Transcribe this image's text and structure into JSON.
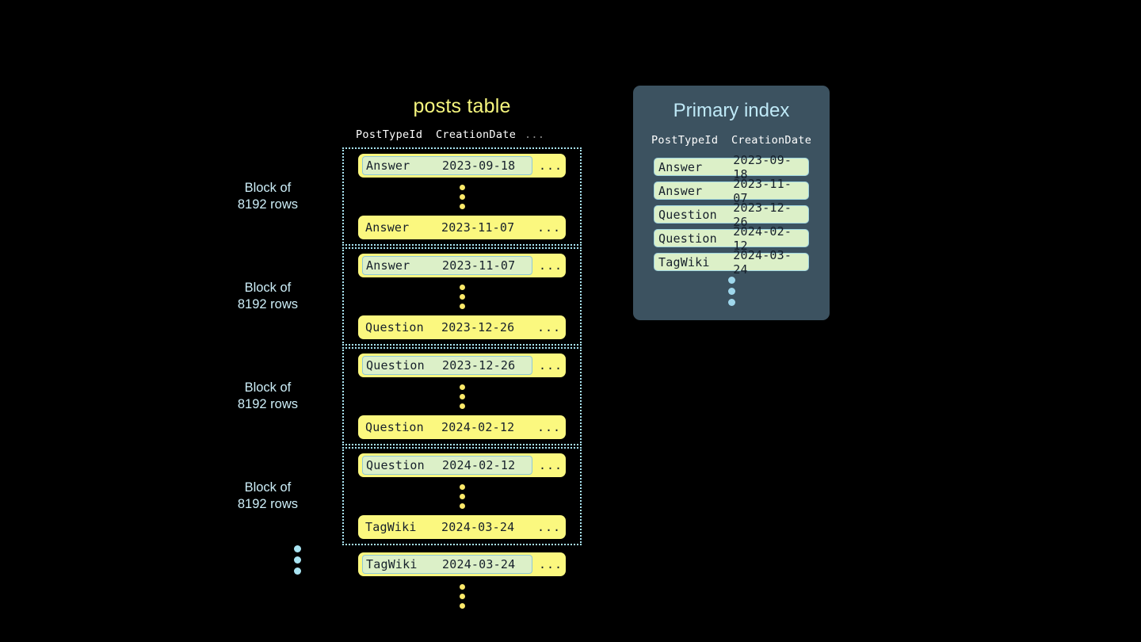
{
  "posts_table": {
    "title": "posts table",
    "columns": {
      "post_type_id": "PostTypeId",
      "creation_date": "CreationDate",
      "rest": "..."
    },
    "block_label": "Block of\n8192 rows",
    "block_label_line1": "Block of",
    "block_label_line2": "8192 rows",
    "row_rest": "...",
    "blocks": [
      {
        "label_line1": "Block of",
        "label_line2": "8192 rows",
        "first_row": {
          "post_type_id": "Answer",
          "creation_date": "2023-09-18",
          "rest": "...",
          "highlighted": true
        },
        "last_row": {
          "post_type_id": "Answer",
          "creation_date": "2023-11-07",
          "rest": "...",
          "highlighted": false
        }
      },
      {
        "label_line1": "Block of",
        "label_line2": "8192 rows",
        "first_row": {
          "post_type_id": "Answer",
          "creation_date": "2023-11-07",
          "rest": "...",
          "highlighted": true
        },
        "last_row": {
          "post_type_id": "Question",
          "creation_date": "2023-12-26",
          "rest": "...",
          "highlighted": false
        }
      },
      {
        "label_line1": "Block of",
        "label_line2": "8192 rows",
        "first_row": {
          "post_type_id": "Question",
          "creation_date": "2023-12-26",
          "rest": "...",
          "highlighted": true
        },
        "last_row": {
          "post_type_id": "Question",
          "creation_date": "2024-02-12",
          "rest": "...",
          "highlighted": false
        }
      },
      {
        "label_line1": "Block of",
        "label_line2": "8192 rows",
        "first_row": {
          "post_type_id": "Question",
          "creation_date": "2024-02-12",
          "rest": "...",
          "highlighted": true
        },
        "last_row": {
          "post_type_id": "TagWiki",
          "creation_date": "2024-03-24",
          "rest": "...",
          "highlighted": false
        }
      }
    ],
    "trailing_row": {
      "post_type_id": "TagWiki",
      "creation_date": "2024-03-24",
      "rest": "...",
      "highlighted": true
    }
  },
  "primary_index": {
    "title": "Primary index",
    "columns": {
      "post_type_id": "PostTypeId",
      "creation_date": "CreationDate"
    },
    "rows": [
      {
        "post_type_id": "Answer",
        "creation_date": "2023-09-18"
      },
      {
        "post_type_id": "Answer",
        "creation_date": "2023-11-07"
      },
      {
        "post_type_id": "Question",
        "creation_date": "2023-12-26"
      },
      {
        "post_type_id": "Question",
        "creation_date": "2024-02-12"
      },
      {
        "post_type_id": "TagWiki",
        "creation_date": "2024-03-24"
      }
    ]
  },
  "colors": {
    "background": "#000000",
    "title_yellow": "#f6f67e",
    "row_yellow": "#fbf87f",
    "highlight_green": "#dcf0c8",
    "accent_blue": "#a9e4f2",
    "panel_slate": "#3c5260",
    "text_dark": "#16202b"
  }
}
